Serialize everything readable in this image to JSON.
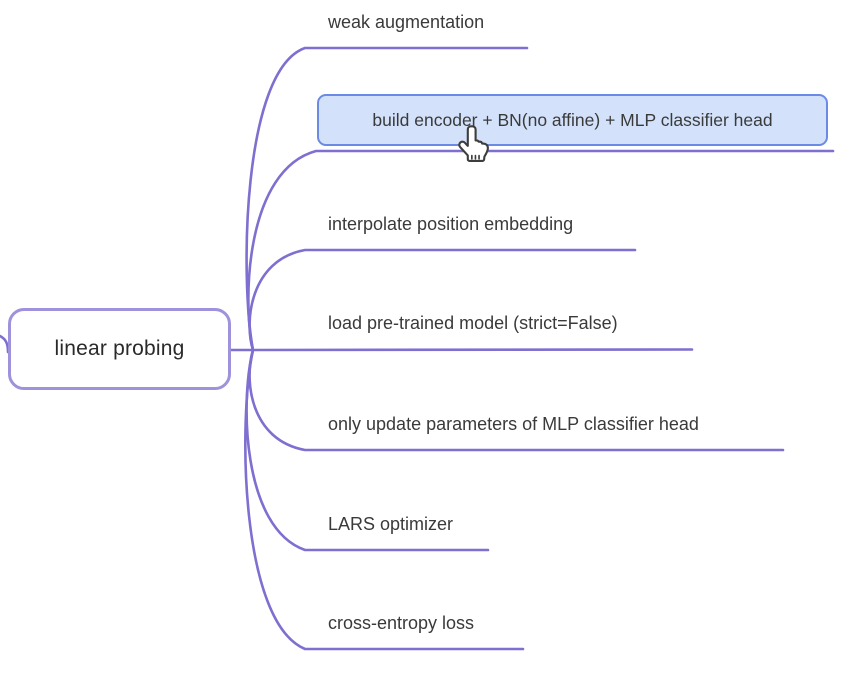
{
  "colors": {
    "background": "#ffffff",
    "branch": "#7e6fd0",
    "root_border": "#a091dc",
    "selected_fill": "#d3e2fa",
    "selected_border": "#6a8ae6",
    "text": "#3a3a3a",
    "root_text": "#2a2a2a"
  },
  "root": {
    "label": "linear probing"
  },
  "children": [
    {
      "label": "weak augmentation",
      "selected": false
    },
    {
      "label": "build encoder + BN(no affine) + MLP classifier head",
      "selected": true
    },
    {
      "label": "interpolate position embedding",
      "selected": false
    },
    {
      "label": "load pre-trained model (strict=False)",
      "selected": false
    },
    {
      "label": "only update parameters of MLP classifier head",
      "selected": false
    },
    {
      "label": "LARS optimizer",
      "selected": false
    },
    {
      "label": "cross-entropy loss",
      "selected": false
    }
  ],
  "cursor": {
    "type": "pointing-hand"
  }
}
